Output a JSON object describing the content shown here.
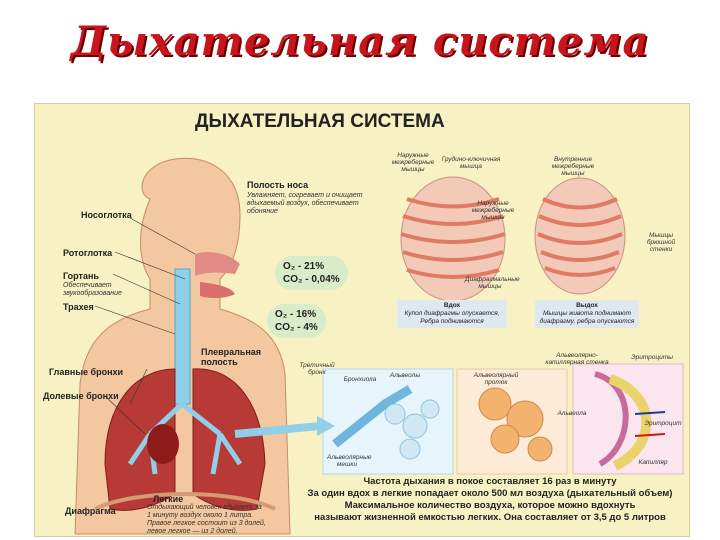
{
  "slide_title": "Дыхательная система",
  "poster_title": "ДЫХАТЕЛЬНАЯ СИСТЕМА",
  "labels": {
    "nasal_cavity": "Полость носа",
    "nasal_cavity_desc": "Увлажняет, согревает и очищает вдыхаемый воздух, обеспечивает обоняние",
    "nasopharynx": "Носоглотка",
    "oropharynx": "Ротоглотка",
    "larynx": "Гортань",
    "larynx_desc": "Обеспечивает звукообразование",
    "trachea": "Трахея",
    "pleural_cavity": "Плевральная полость",
    "main_bronchi": "Главные бронхи",
    "lobar_bronchi": "Долевые бронхи",
    "diaphragm": "Диафрагма",
    "lungs": "Легкие",
    "lungs_desc": "Отдыхающий человек вдыхает за 1 минуту воздух около 1 литра. Правое легкое состоит из 3 долей, левое легкое — из 2 долей."
  },
  "inhaled_air": {
    "o2": "O₂  -  21%",
    "co2": "CO₂ -  0,04%"
  },
  "exhaled_air": {
    "o2": "O₂  -  16%",
    "co2": "CO₂ -   4%"
  },
  "ribcage_inhale": {
    "label_top_left": "Наружные межреберные мышцы",
    "label_top_right": "Грудино-ключичная мышца",
    "label_right": "Наружные межреберные мышцы",
    "label_bottom": "Диафрагмальные мышцы",
    "caption_title": "Вдох",
    "caption_text": "Купол диафрагмы опускается, Ребра поднимаются"
  },
  "ribcage_exhale": {
    "label_top": "Внутренние межреберные мышцы",
    "label_right": "Мышцы брюшной стенки",
    "caption_title": "Выдох",
    "caption_text": "Мышцы живота поднимают диафрагму, ребра опускаются"
  },
  "detail": {
    "tertiary_bronchi": "Третичный бронх",
    "bronchiole": "Бронхиола",
    "alveoli": "Альвеолы",
    "alveolar_sacs": "Альвеолярные мешки",
    "alveolar_duct": "Альвеолярный проток",
    "alveolar_capillary": "Альвеолярно-капиллярная стенка",
    "erythrocytes": "Эритроциты",
    "alveola": "Альвеола",
    "erythrocyte": "Эритроцит",
    "capillary": "Капилляр"
  },
  "bottom_text": [
    "Частота дыхания в покое составляет 16 раз в минуту",
    "За один вдох в легкие попадает около 500 мл воздуха (дыхательный объем)",
    "Максимальное количество воздуха, которое можно вдохнуть",
    "называют жизненной емкостью легких. Она составляет от 3,5 до 5 литров"
  ],
  "colors": {
    "title_red": "#c8141c",
    "poster_bg": "#f7f1c4",
    "lung_red": "#b73a36",
    "skin": "#f3c7a0",
    "airway_blue": "#8fd0e8"
  }
}
